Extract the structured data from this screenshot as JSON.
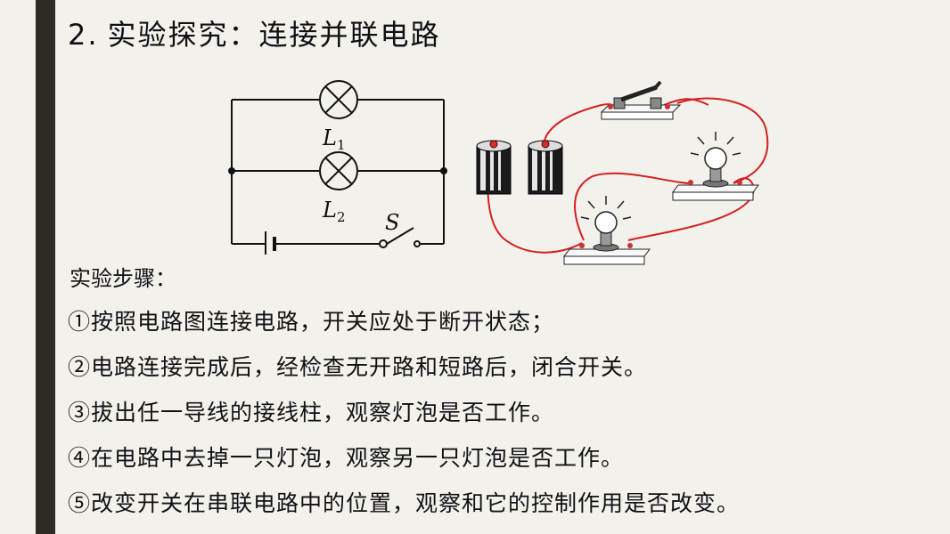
{
  "slide": {
    "title_number": "2.",
    "title_text": "实验探究：连接并联电路"
  },
  "diagram": {
    "lamp1_label": "L",
    "lamp1_sub": "1",
    "lamp2_label": "L",
    "lamp2_sub": "2",
    "switch_label": "S"
  },
  "steps_label": "实验步骤：",
  "steps": [
    "①按照电路图连接电路，开关应处于断开状态；",
    "②电路连接完成后，经检查无开路和短路后，闭合开关。",
    "③拔出任一导线的接线柱，观察灯泡是否工作。",
    "④在电路中去掉一只灯泡，观察另一只灯泡是否工作。",
    "⑤改变开关在串联电路中的位置，观察和它的控制作用是否改变。"
  ],
  "colors": {
    "wire_red": "#d42020",
    "sidebar": "#2b2b23",
    "background": "#f2f1ec"
  }
}
